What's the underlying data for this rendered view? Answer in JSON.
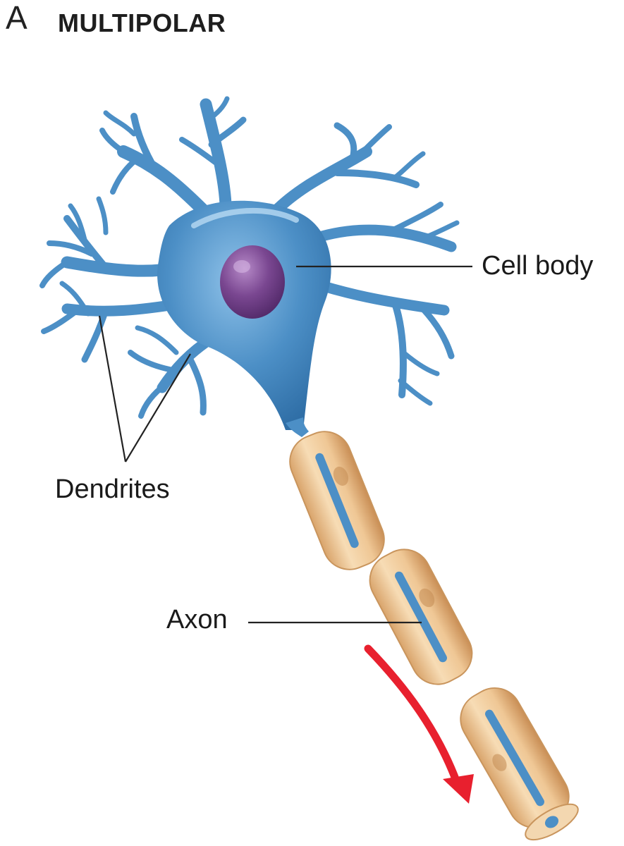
{
  "figure": {
    "panel_letter": "A",
    "panel_title": "MULTIPOLAR"
  },
  "labels": {
    "cell_body": "Cell body",
    "dendrites": "Dendrites",
    "axon": "Axon"
  },
  "colors": {
    "neuron_blue": "#4c8fc6",
    "neuron_highlight": "#8ec1e8",
    "nucleus_purple": "#6f3f86",
    "myelin_tan": "#eec99a",
    "myelin_edge": "#c9955d",
    "arrow_red": "#e8202e",
    "leader_line": "#222222"
  }
}
